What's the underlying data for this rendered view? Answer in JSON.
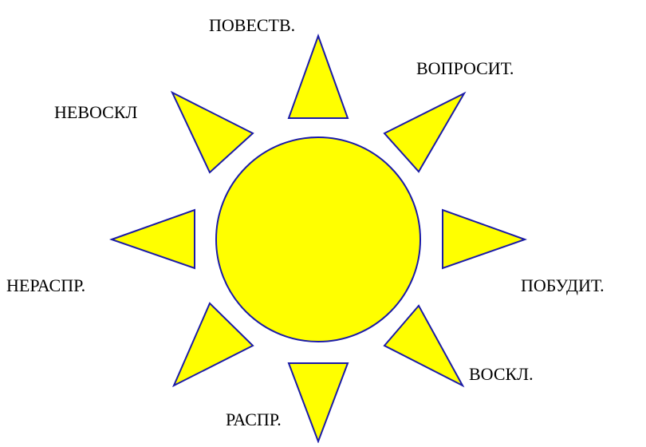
{
  "colors": {
    "fill": "#ffff00",
    "stroke": "#1a1aa8",
    "text": "#000000",
    "background": "#ffffff"
  },
  "labels": {
    "povestv": "ПОВЕСТВ.",
    "voprosit": "ВОПРОСИТ.",
    "nevoskl": "НЕВОСКЛ",
    "neraspr": "НЕРАСПР.",
    "pobudit": "ПОБУДИТ.",
    "voskl": "ВОСКЛ.",
    "raspr": "РАСПР."
  }
}
